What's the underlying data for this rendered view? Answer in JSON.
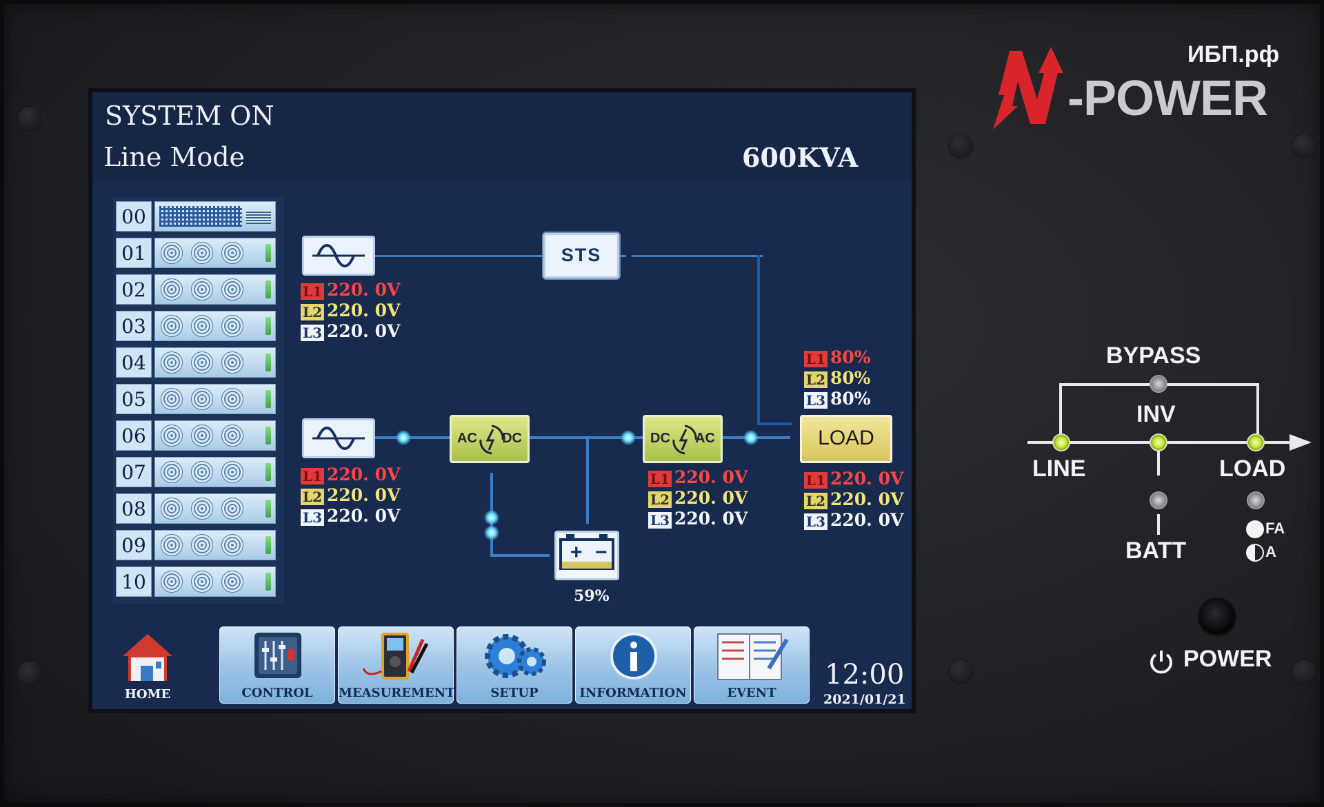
{
  "lcd": {
    "status_line1": "SYSTEM ON",
    "status_line2": "Line Mode",
    "rating": "600KVA"
  },
  "modules": [
    "00",
    "01",
    "02",
    "03",
    "04",
    "05",
    "06",
    "07",
    "08",
    "09",
    "10"
  ],
  "flow": {
    "sts_label": "STS",
    "rectifier_label_left": "AC",
    "rectifier_label_right": "DC",
    "inverter_label_left": "DC",
    "inverter_label_right": "AC",
    "load_label": "LOAD",
    "battery_percent": "59%",
    "bypass_input": [
      {
        "phase": "L1",
        "value": "220. 0V"
      },
      {
        "phase": "L2",
        "value": "220. 0V"
      },
      {
        "phase": "L3",
        "value": "220. 0V"
      }
    ],
    "main_input": [
      {
        "phase": "L1",
        "value": "220. 0V"
      },
      {
        "phase": "L2",
        "value": "220. 0V"
      },
      {
        "phase": "L3",
        "value": "220. 0V"
      }
    ],
    "inverter_output": [
      {
        "phase": "L1",
        "value": "220. 0V"
      },
      {
        "phase": "L2",
        "value": "220. 0V"
      },
      {
        "phase": "L3",
        "value": "220. 0V"
      }
    ],
    "load_percent": [
      {
        "phase": "L1",
        "value": "80%"
      },
      {
        "phase": "L2",
        "value": "80%"
      },
      {
        "phase": "L3",
        "value": "80%"
      }
    ],
    "load_voltage": [
      {
        "phase": "L1",
        "value": "220. 0V"
      },
      {
        "phase": "L2",
        "value": "220. 0V"
      },
      {
        "phase": "L3",
        "value": "220. 0V"
      }
    ]
  },
  "nav": {
    "home": "HOME",
    "control": "CONTROL",
    "measurement": "MEASUREMENT",
    "setup": "SETUP",
    "information": "INFORMATION",
    "event": "EVENT"
  },
  "clock": {
    "time": "12:00",
    "date": "2021/01/21"
  },
  "brand": {
    "site": "ИБП.рф",
    "logo_n": "N",
    "logo_rest": "-POWER"
  },
  "panel": {
    "bypass": "BYPASS",
    "inv": "INV",
    "line": "LINE",
    "load": "LOAD",
    "batt": "BATT",
    "fa": "FA",
    "a": "A",
    "power": "POWER"
  },
  "colors": {
    "lcd_bg": "#182a4e",
    "led_on": "#c6e83a",
    "logo_red": "#d8242a"
  },
  "icons": [
    "sine-wave-icon",
    "battery-icon",
    "home-icon",
    "control-icon",
    "multimeter-icon",
    "gears-icon",
    "info-icon",
    "event-log-icon",
    "power-icon"
  ]
}
